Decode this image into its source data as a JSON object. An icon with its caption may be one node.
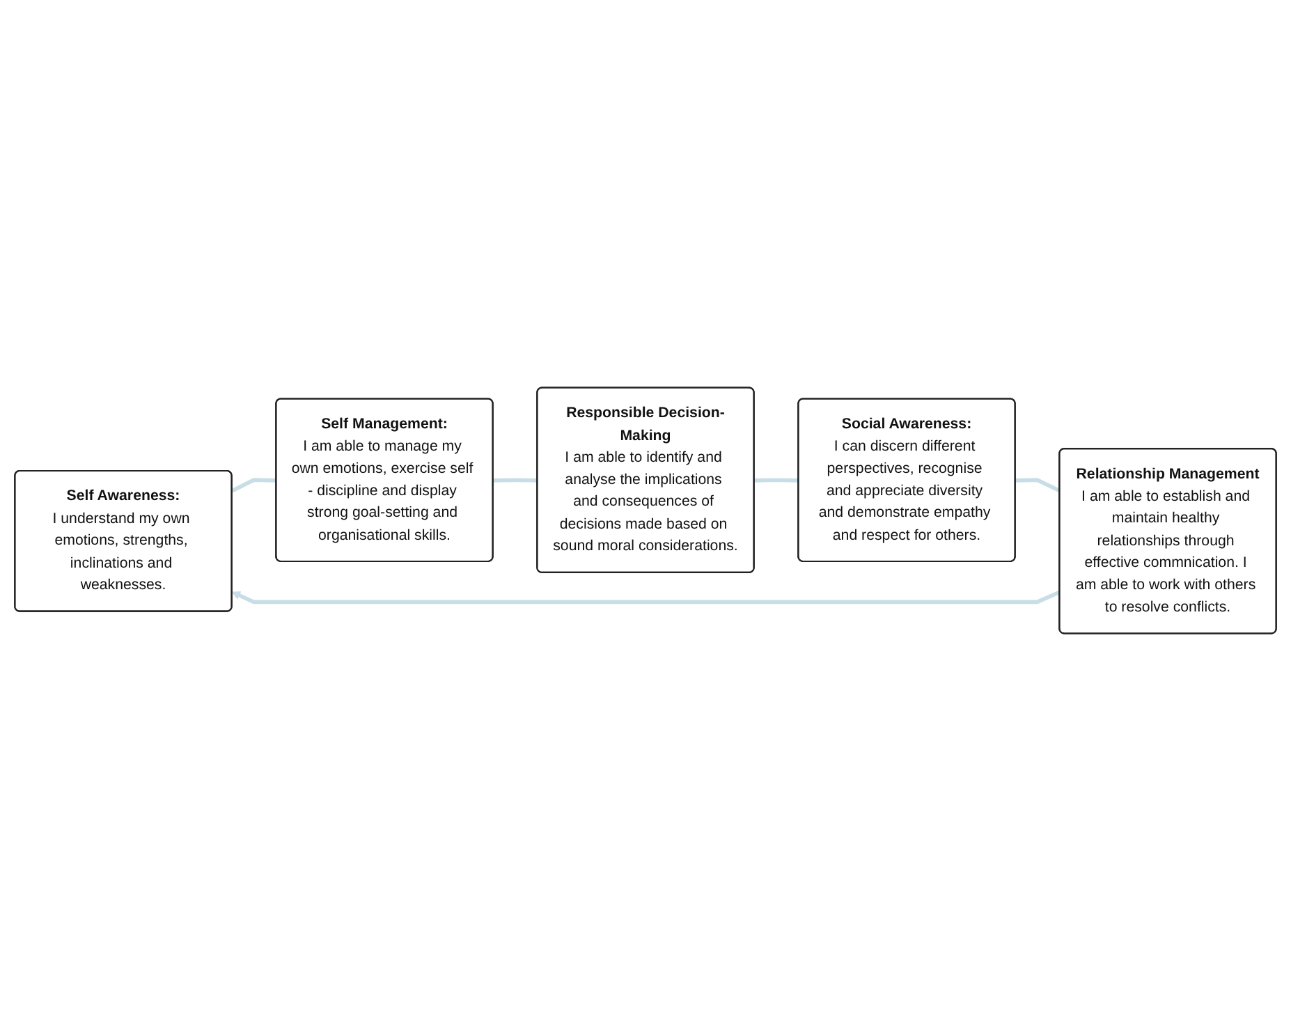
{
  "diagram": {
    "nodes": [
      {
        "text": [
          "Self Awareness:",
          "I understand my own emotions, strengths, inclinations and weaknesses."
        ]
      },
      {
        "text": [
          "Self Management:",
          "I am able to manage my own emotions, exercise self - discipline and display strong goal-setting and organisational skills."
        ]
      },
      {
        "text": [
          "Responsible Decision-Making",
          "I am able to identify and analyse the implications and consequences of decisions made based on sound moral considerations."
        ]
      },
      {
        "text": [
          "Social Awareness:",
          "I can discern different perspectives, recognise and appreciate diversity and demonstrate empathy and respect for others."
        ]
      },
      {
        "text": [
          "Relationship Management",
          "I am able to establish and maintain healthy relationships through effective commnication. I am able to work with others to resolve conflicts."
        ]
      }
    ],
    "edges": [
      {
        "from": 0,
        "to": 1,
        "arrow": "none"
      },
      {
        "from": 1,
        "to": 2,
        "arrow": "none"
      },
      {
        "from": 2,
        "to": 3,
        "arrow": "none"
      },
      {
        "from": 3,
        "to": 4,
        "arrow": "none"
      },
      {
        "from": 4,
        "to": 0,
        "arrow": "to"
      }
    ]
  }
}
